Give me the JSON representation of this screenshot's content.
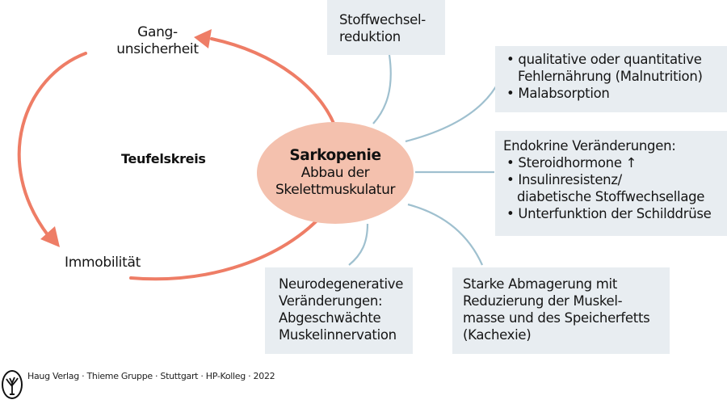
{
  "diagram": {
    "center": {
      "title": "Sarkopenie",
      "subtitle_lines": [
        "Abbau der",
        "Skelettmuskulatur"
      ]
    },
    "cycle": {
      "label": "Teufelskreis",
      "node_top_lines": [
        "Gang-",
        "unsicherheit"
      ],
      "node_bottom": "Immobilität"
    },
    "causes": {
      "metabolism": {
        "lines": [
          "Stoffwechsel-",
          "reduktion"
        ]
      },
      "nutrition": {
        "bullets": [
          [
            "qualitative oder quantitative",
            "Fehlernährung (Malnutrition)"
          ],
          [
            "Malabsorption"
          ]
        ]
      },
      "endocrine": {
        "heading": "Endokrine Veränderungen:",
        "bullets": [
          [
            "Steroidhormone ↑"
          ],
          [
            "Insulinresistenz/",
            "diabetische Stoffwechsellage"
          ],
          [
            "Unterfunktion der Schilddrüse"
          ]
        ]
      },
      "cachexia": {
        "lines": [
          "Starke Abmagerung mit",
          "Reduzierung der Muskel-",
          "masse und des Speicherfetts",
          "(Kachexie)"
        ]
      },
      "neuro": {
        "lines": [
          "Neurodegenerative",
          "Veränderungen:",
          "Abgeschwächte",
          "Muskelinnervation"
        ]
      }
    },
    "colors": {
      "arrow": "#ee7d66",
      "ellipse": "#f4c1ae",
      "box": "#e8edf1",
      "connector": "#9fc0cf"
    }
  },
  "footer": {
    "logo": "tree-logo-icon",
    "credit": "Haug Verlag · Thieme Gruppe · Stuttgart · HP-Kolleg · 2022"
  }
}
